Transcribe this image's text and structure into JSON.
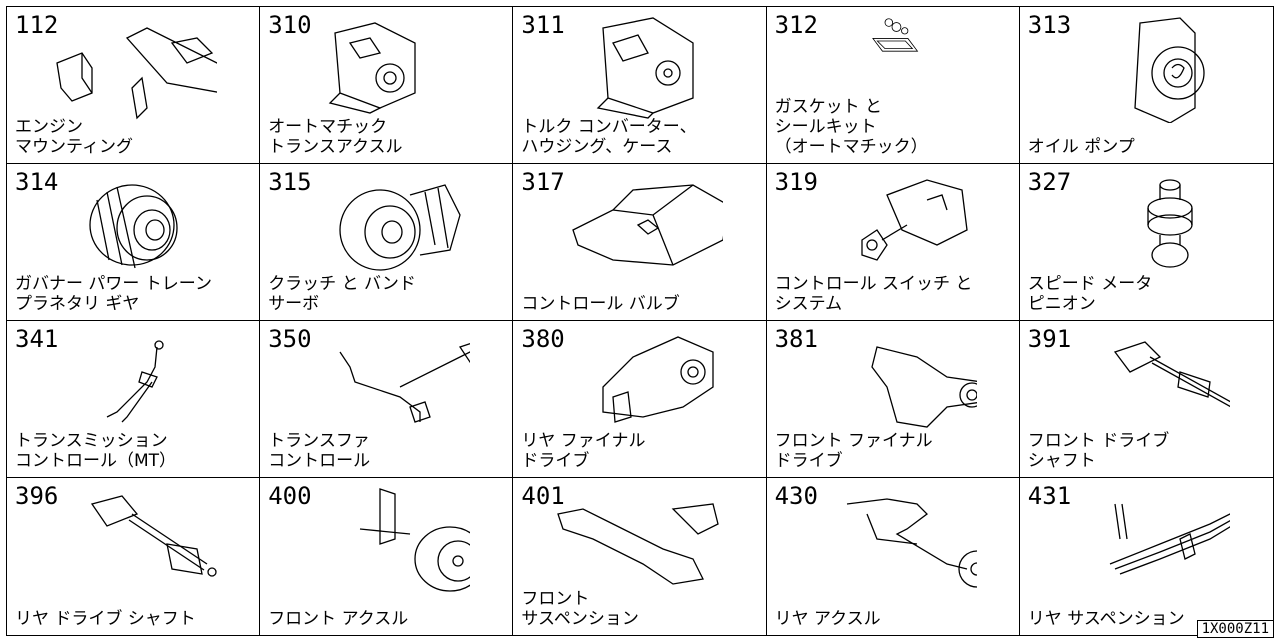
{
  "cells": [
    {
      "code": "112",
      "label": "エンジン\nマウンティング",
      "icon": "engine-mounting-icon"
    },
    {
      "code": "310",
      "label": "オートマチック\nトランスアクスル",
      "icon": "automatic-transaxle-icon"
    },
    {
      "code": "311",
      "label": "トルク コンバーター、\nハウジング、ケース",
      "icon": "torque-converter-housing-icon"
    },
    {
      "code": "312",
      "label": "ガスケット と\nシールキット\n（オートマチック）",
      "icon": "gasket-seal-kit-icon"
    },
    {
      "code": "313",
      "label": "オイル ポンプ",
      "icon": "oil-pump-icon"
    },
    {
      "code": "314",
      "label": "ガバナー パワー トレーン\nプラネタリ ギヤ",
      "icon": "planetary-gear-icon"
    },
    {
      "code": "315",
      "label": "クラッチ と バンド\nサーボ",
      "icon": "clutch-band-servo-icon"
    },
    {
      "code": "317",
      "label": "コントロール バルブ",
      "icon": "control-valve-icon"
    },
    {
      "code": "319",
      "label": "コントロール スイッチ と\nシステム",
      "icon": "control-switch-icon"
    },
    {
      "code": "327",
      "label": "スピード メータ\nピニオン",
      "icon": "speedometer-pinion-icon"
    },
    {
      "code": "341",
      "label": "トランスミッション\nコントロール（MT）",
      "icon": "transmission-control-icon"
    },
    {
      "code": "350",
      "label": "トランスファ\nコントロール",
      "icon": "transfer-control-icon"
    },
    {
      "code": "380",
      "label": "リヤ ファイナル\nドライブ",
      "icon": "rear-final-drive-icon"
    },
    {
      "code": "381",
      "label": "フロント ファイナル\nドライブ",
      "icon": "front-final-drive-icon"
    },
    {
      "code": "391",
      "label": "フロント ドライブ\nシャフト",
      "icon": "front-drive-shaft-icon"
    },
    {
      "code": "396",
      "label": "リヤ ドライブ シャフト",
      "icon": "rear-drive-shaft-icon"
    },
    {
      "code": "400",
      "label": "フロント アクスル",
      "icon": "front-axle-icon"
    },
    {
      "code": "401",
      "label": "フロント\nサスペンション",
      "icon": "front-suspension-icon"
    },
    {
      "code": "430",
      "label": "リヤ アクスル",
      "icon": "rear-axle-icon"
    },
    {
      "code": "431",
      "label": "リヤ サスペンション",
      "icon": "rear-suspension-icon"
    }
  ],
  "reference_code": "1X000Z11"
}
